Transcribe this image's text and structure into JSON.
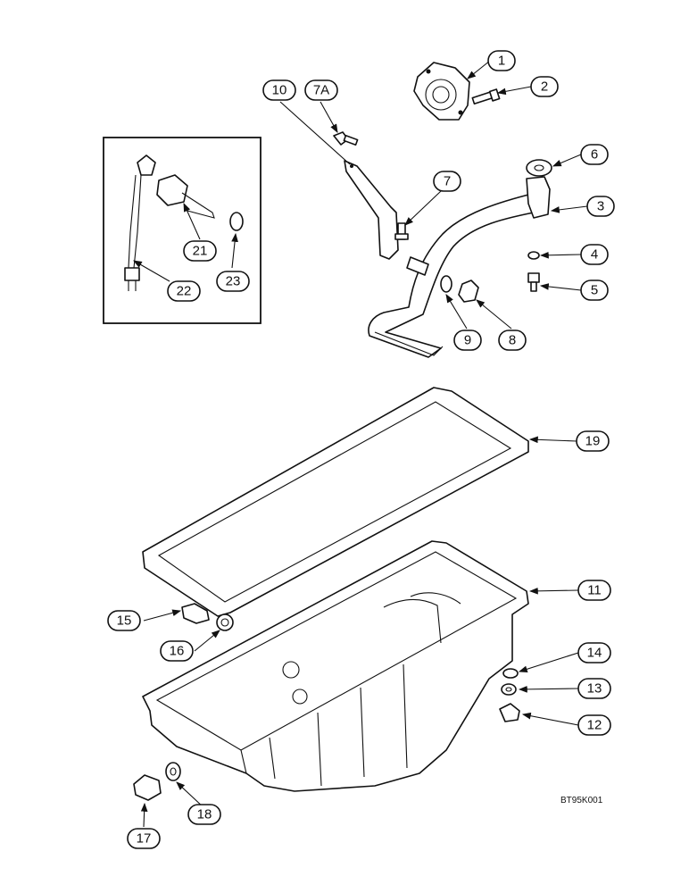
{
  "callouts": [
    "1",
    "2",
    "3",
    "4",
    "5",
    "6",
    "7",
    "7A",
    "8",
    "9",
    "10",
    "11",
    "12",
    "13",
    "14",
    "15",
    "16",
    "17",
    "18",
    "19",
    "21",
    "22",
    "23"
  ],
  "figure_code": "BT95K001"
}
